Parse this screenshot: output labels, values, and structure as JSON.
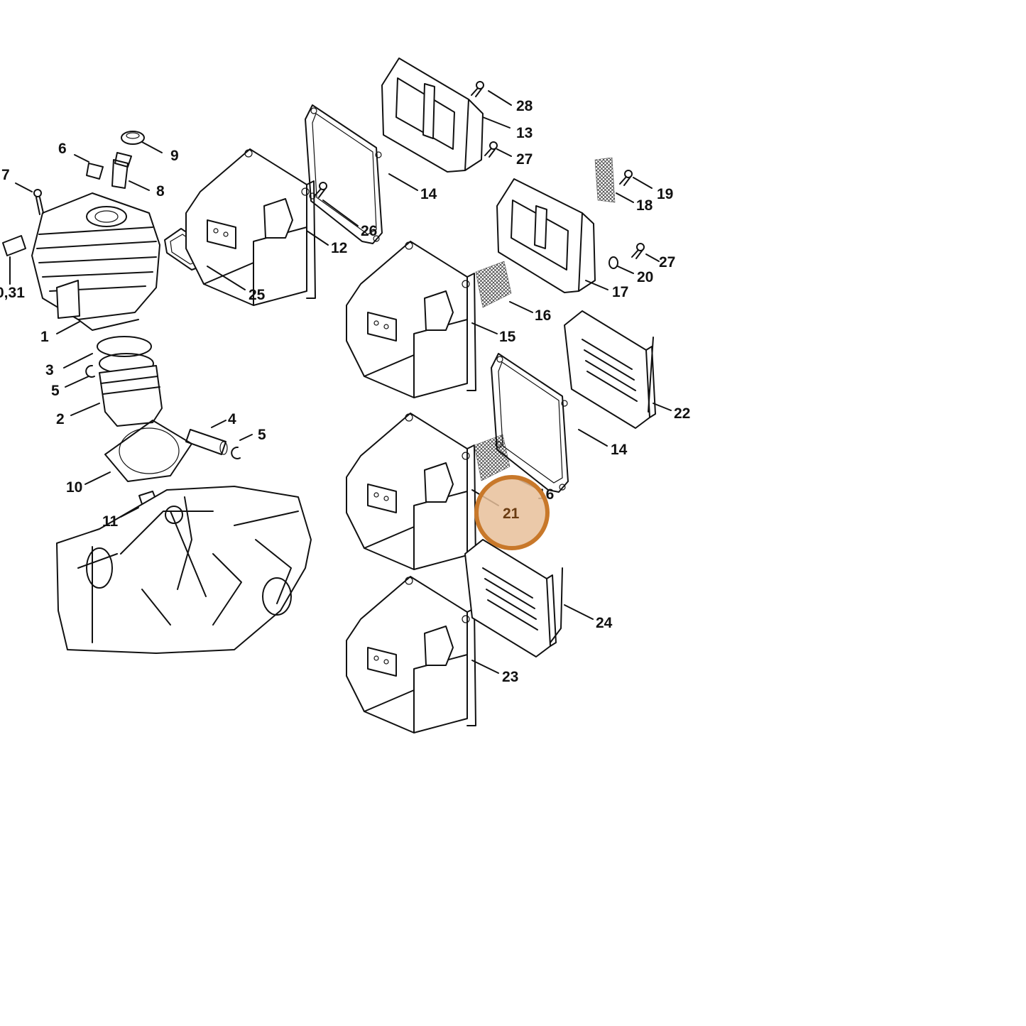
{
  "callouts": [
    "28",
    "13",
    "27",
    "14",
    "19",
    "18",
    "9",
    "6",
    "8",
    "7",
    "12",
    "26",
    "27",
    "20",
    "17",
    "0,31",
    "25",
    "16",
    "15",
    "1",
    "3",
    "5",
    "2",
    "22",
    "4",
    "5",
    "10",
    "14",
    "16",
    "11",
    "24",
    "23"
  ],
  "highlight": {
    "label": "21",
    "color": "#c8782a",
    "fill": "#e8bf9a"
  },
  "colors": {
    "line": "#111111",
    "background": "#ffffff"
  }
}
